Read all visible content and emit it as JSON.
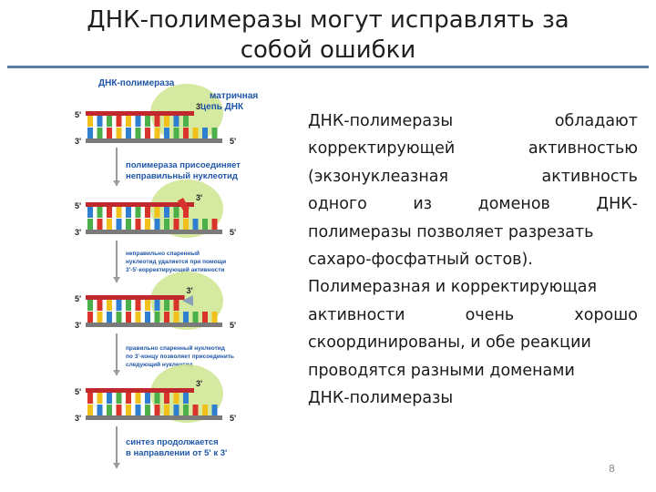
{
  "slide": {
    "title_line1": "ДНК-полимеразы могут исправлять за",
    "title_line2": "собой ошибки",
    "page_number": "8"
  },
  "figure": {
    "label_polymerase": "ДНК-полимераза",
    "label_template_1": "матричная",
    "label_template_2": "цепь ДНК",
    "step1_1": "полимераза присоединяет",
    "step1_2": "неправильный нуклеотид",
    "step2_1": "неправильно спаренный",
    "step2_2": "нуклеотид удаляется при помощи",
    "step2_3": "3'-5'-корректирующей активности",
    "step3_1": "правильно спаренный нуклеотид",
    "step3_2": "по 3'-концу позволяет присоединить",
    "step3_3": "следующий нуклеотид",
    "step4_1": "синтез продолжается",
    "step4_2": "в направлении от 5' к 3'",
    "end5": "5'",
    "end3": "3'"
  },
  "text": {
    "l1a": "ДНК-полимеразы",
    "l1b": "обладают",
    "l2a": "корректирующей",
    "l2b": "активностью",
    "l3a": "(экзонуклеазная",
    "l3b": "активность",
    "l4a": "одного",
    "l4b": "из",
    "l4c": "доменов",
    "l4d": "ДНК-",
    "l5": "полимеразы позволяет разрезать",
    "l6": "сахаро-фосфатный остов).",
    "l7": "Полимеразная и корректирующая",
    "l8a": "активности",
    "l8b": "очень",
    "l8c": "хорошо",
    "l9": "скоординированы, и обе реакции",
    "l10": "проводятся разными доменами",
    "l11": "ДНК-полимеразы"
  },
  "colors": {
    "accent_rule": "#5a7fa6",
    "label_blue": "#1f56a8",
    "backbone_red": "#c0282d",
    "backbone_grey": "#7a7a7a",
    "polymerase_green": "#cfe58f",
    "base_yellow": "#f2c01a",
    "base_blue": "#2f7fd1",
    "base_green": "#4cb04a",
    "base_red": "#d9342b",
    "arrow_grey": "#9a9a9a"
  }
}
